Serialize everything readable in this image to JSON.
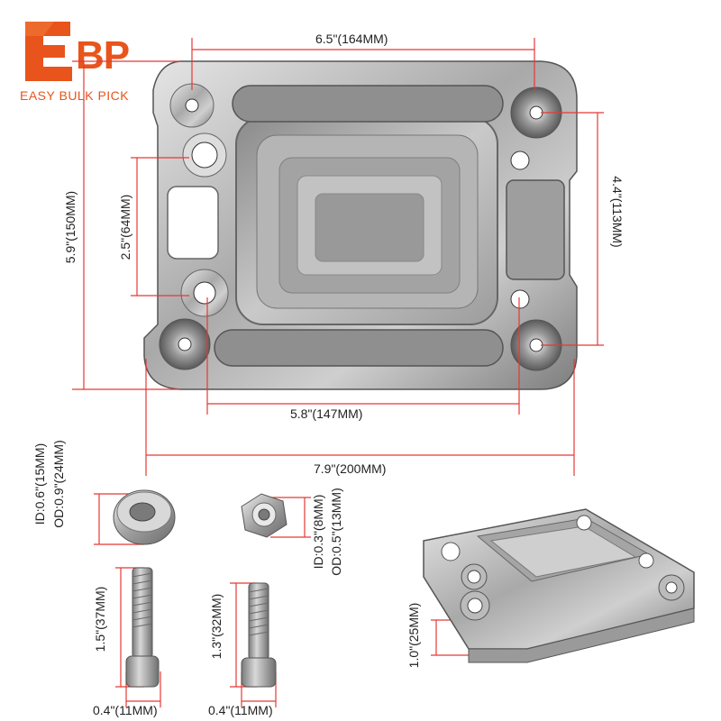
{
  "brand": {
    "logo_text": "EBP",
    "tagline": "EASY BULK PICK",
    "accent_color": "#e8541b"
  },
  "dimensions": {
    "top_width": "6.5\"(164MM)",
    "left_height": "5.9\"(150MM)",
    "inner_height": "2.5\"(64MM)",
    "right_height": "4.4\"(113MM)",
    "hole_span": "5.8\"(147MM)",
    "overall_width": "7.9\"(200MM)",
    "spacer_id": "ID:0.6\"(15MM)",
    "spacer_od": "OD:0.9\"(24MM)",
    "nut_id": "ID:0.3\"(8MM)",
    "nut_od": "OD:0.5\"(13MM)",
    "bolt1_length": "1.5\"(37MM)",
    "bolt1_width": "0.4\"(11MM)",
    "bolt2_length": "1.3\"(32MM)",
    "bolt2_width": "0.4\"(11MM)",
    "plate_thickness": "1.0\"(25MM)"
  },
  "dimension_line_color": "#e53935"
}
